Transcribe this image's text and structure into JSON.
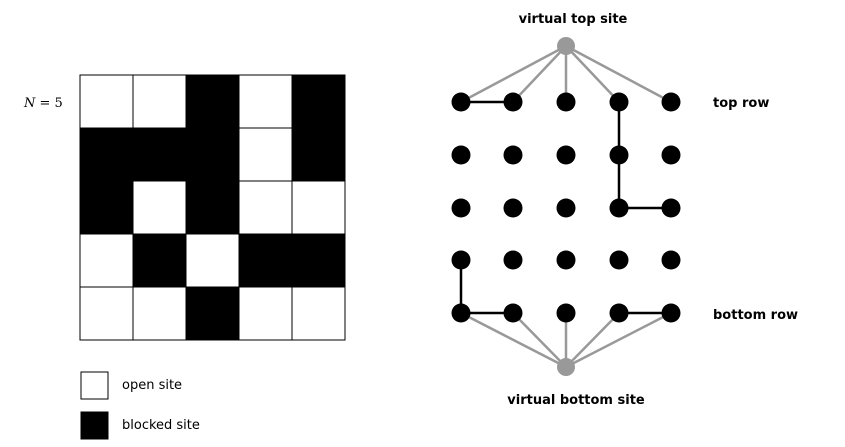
{
  "grid": {
    "label_var": "N",
    "label_rest": " = 5",
    "cells": [
      [
        0,
        0,
        1,
        0,
        1
      ],
      [
        1,
        1,
        1,
        0,
        1
      ],
      [
        1,
        0,
        1,
        0,
        0
      ],
      [
        0,
        1,
        0,
        1,
        1
      ],
      [
        0,
        0,
        1,
        0,
        0
      ]
    ],
    "open_color": "#ffffff",
    "blocked_color": "#000000"
  },
  "legend": {
    "open_label": "open site",
    "blocked_label": "blocked site"
  },
  "graph": {
    "virtual_top_label": "virtual top site",
    "virtual_bottom_label": "virtual bottom site",
    "top_row_label": "top row",
    "bottom_row_label": "bottom row",
    "node_color": "#000000",
    "virtual_color": "#999999",
    "edges": [
      [
        [
          0,
          0
        ],
        [
          0,
          1
        ]
      ],
      [
        [
          0,
          3
        ],
        [
          1,
          3
        ]
      ],
      [
        [
          1,
          3
        ],
        [
          2,
          3
        ]
      ],
      [
        [
          2,
          3
        ],
        [
          2,
          4
        ]
      ],
      [
        [
          3,
          0
        ],
        [
          4,
          0
        ]
      ],
      [
        [
          4,
          0
        ],
        [
          4,
          1
        ]
      ],
      [
        [
          4,
          3
        ],
        [
          4,
          4
        ]
      ]
    ]
  }
}
